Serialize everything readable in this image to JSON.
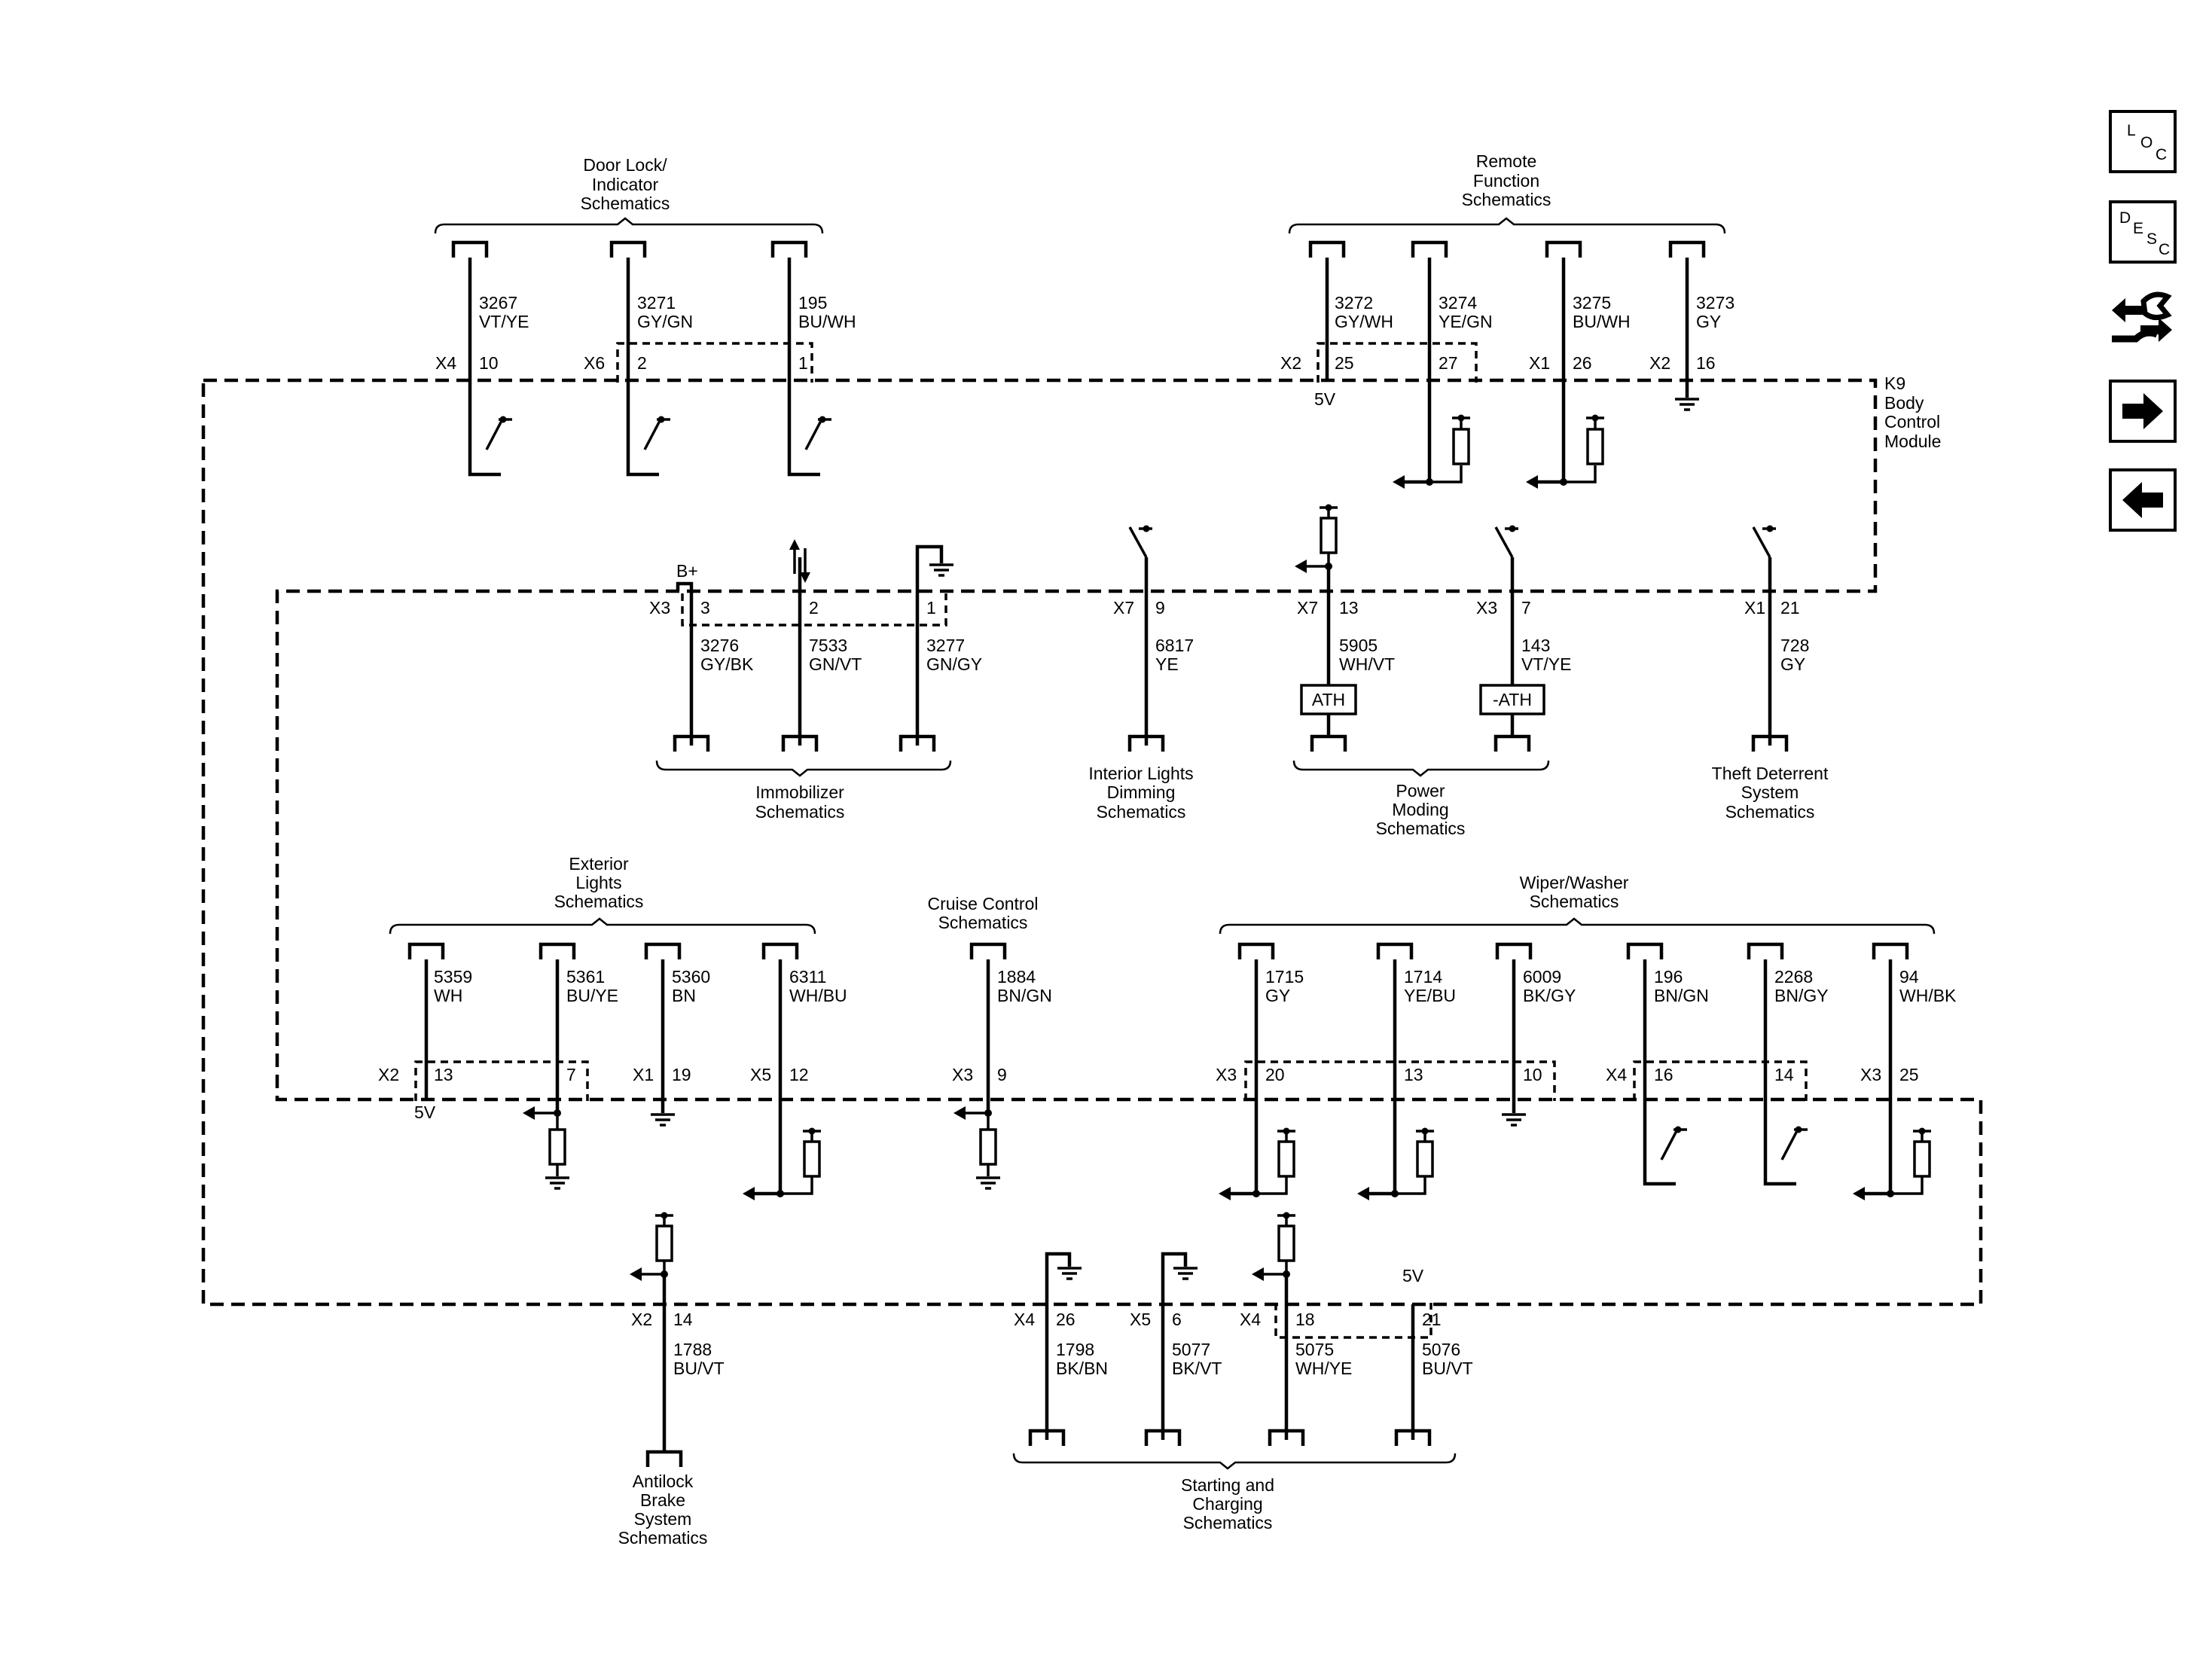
{
  "module": {
    "name": "K9",
    "label_lines": [
      "K9",
      "Body",
      "Control",
      "Module"
    ]
  },
  "supplies": {
    "b_plus": "B+",
    "five_volt": "5V"
  },
  "nav": {
    "loc": {
      "letters": [
        "L",
        "O",
        "C"
      ]
    },
    "desc": {
      "letters": [
        "D",
        "E",
        "S",
        "C"
      ]
    },
    "tools": {
      "icon": "wrench-icon"
    },
    "next": {
      "icon": "arrow-right-icon"
    },
    "prev": {
      "icon": "arrow-left-icon"
    }
  },
  "groups": {
    "door_lock": [
      "Door Lock/",
      "Indicator",
      "Schematics"
    ],
    "remote_function": [
      "Remote",
      "Function",
      "Schematics"
    ],
    "immobilizer": [
      "Immobilizer",
      "Schematics"
    ],
    "interior_lights": [
      "Interior Lights",
      "Dimming",
      "Schematics"
    ],
    "power_moding": [
      "Power",
      "Moding",
      "Schematics"
    ],
    "theft_deterrent": [
      "Theft Deterrent",
      "System",
      "Schematics"
    ],
    "exterior_lights": [
      "Exterior",
      "Lights",
      "Schematics"
    ],
    "cruise_control": [
      "Cruise Control",
      "Schematics"
    ],
    "wiper_washer": [
      "Wiper/Washer",
      "Schematics"
    ],
    "antilock_brake": [
      "Antilock",
      "Brake",
      "System",
      "Schematics"
    ],
    "starting_charging": [
      "Starting and",
      "Charging",
      "Schematics"
    ]
  },
  "components": {
    "ath": "ATH",
    "neg_ath": "-ATH"
  },
  "circuits": {
    "c3267": {
      "conn": "X4",
      "pin": "10",
      "num": "3267",
      "color": "VT/YE"
    },
    "c3271": {
      "conn": "X6",
      "pin": "2",
      "num": "3271",
      "color": "GY/GN"
    },
    "c195": {
      "conn": "",
      "pin": "1",
      "num": "195",
      "color": "BU/WH"
    },
    "c3272": {
      "conn": "X2",
      "pin": "25",
      "num": "3272",
      "color": "GY/WH"
    },
    "c3274": {
      "conn": "",
      "pin": "27",
      "num": "3274",
      "color": "YE/GN"
    },
    "c3275": {
      "conn": "X1",
      "pin": "26",
      "num": "3275",
      "color": "BU/WH"
    },
    "c3273": {
      "conn": "X2",
      "pin": "16",
      "num": "3273",
      "color": "GY"
    },
    "c3276": {
      "conn": "X3",
      "pin": "3",
      "num": "3276",
      "color": "GY/BK"
    },
    "c7533": {
      "conn": "",
      "pin": "2",
      "num": "7533",
      "color": "GN/VT"
    },
    "c3277": {
      "conn": "",
      "pin": "1",
      "num": "3277",
      "color": "GN/GY"
    },
    "c6817": {
      "conn": "X7",
      "pin": "9",
      "num": "6817",
      "color": "YE"
    },
    "c5905": {
      "conn": "X7",
      "pin": "13",
      "num": "5905",
      "color": "WH/VT"
    },
    "c143": {
      "conn": "X3",
      "pin": "7",
      "num": "143",
      "color": "VT/YE"
    },
    "c728": {
      "conn": "X1",
      "pin": "21",
      "num": "728",
      "color": "GY"
    },
    "c5359": {
      "conn": "X2",
      "pin": "13",
      "num": "5359",
      "color": "WH"
    },
    "c5361": {
      "conn": "",
      "pin": "7",
      "num": "5361",
      "color": "BU/YE"
    },
    "c5360": {
      "conn": "X1",
      "pin": "19",
      "num": "5360",
      "color": "BN"
    },
    "c6311": {
      "conn": "X5",
      "pin": "12",
      "num": "6311",
      "color": "WH/BU"
    },
    "c1884": {
      "conn": "X3",
      "pin": "9",
      "num": "1884",
      "color": "BN/GN"
    },
    "c1715": {
      "conn": "X3",
      "pin": "20",
      "num": "1715",
      "color": "GY"
    },
    "c1714": {
      "conn": "",
      "pin": "13",
      "num": "1714",
      "color": "YE/BU"
    },
    "c6009": {
      "conn": "",
      "pin": "10",
      "num": "6009",
      "color": "BK/GY"
    },
    "c196": {
      "conn": "X4",
      "pin": "16",
      "num": "196",
      "color": "BN/GN"
    },
    "c2268": {
      "conn": "",
      "pin": "14",
      "num": "2268",
      "color": "BN/GY"
    },
    "c94": {
      "conn": "X3",
      "pin": "25",
      "num": "94",
      "color": "WH/BK"
    },
    "c1788": {
      "conn": "X2",
      "pin": "14",
      "num": "1788",
      "color": "BU/VT"
    },
    "c1798": {
      "conn": "X4",
      "pin": "26",
      "num": "1798",
      "color": "BK/BN"
    },
    "c5077": {
      "conn": "X5",
      "pin": "6",
      "num": "5077",
      "color": "BK/VT"
    },
    "c5075": {
      "conn": "X4",
      "pin": "18",
      "num": "5075",
      "color": "WH/YE"
    },
    "c5076": {
      "conn": "",
      "pin": "21",
      "num": "5076",
      "color": "BU/VT"
    }
  }
}
